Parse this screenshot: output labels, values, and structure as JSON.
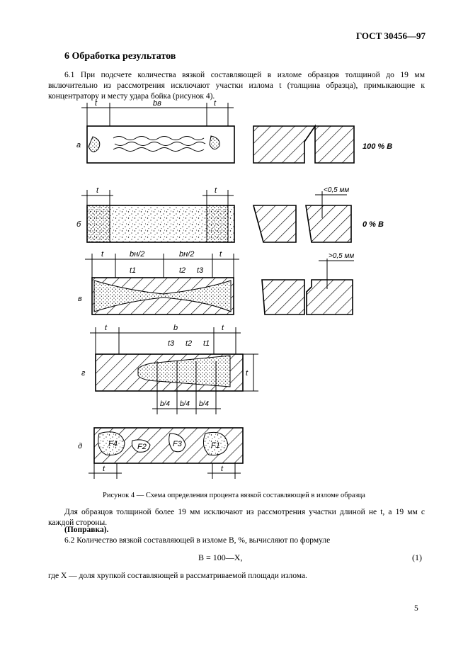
{
  "header": {
    "doc_code": "ГОСТ 30456—97"
  },
  "section": {
    "title": "6 Обработка результатов"
  },
  "para_6_1": "6.1 При подсчете количества вязкой составляющей в изломе образцов толщиной до 19 мм включительно из рассмотрения исключают участки излома t (толщина образца), примыкающие к концентратору и месту удара бойка (рисунок 4).",
  "figure": {
    "caption": "Рисунок 4 — Схема определения процента вязкой составляющей в изломе образца",
    "rows": {
      "a": {
        "letter": "а",
        "label_t": "t",
        "label_b": "bв",
        "result": "100 % В"
      },
      "b": {
        "letter": "б",
        "label_t": "t",
        "dim": "<0,5 мм",
        "result": "0 % В"
      },
      "v": {
        "letter": "в",
        "label_t": "t",
        "half": "bн/2",
        "t1": "t1",
        "t2": "t2",
        "t3": "t3",
        "dim": ">0,5 мм"
      },
      "g": {
        "letter": "г",
        "label_t": "t",
        "label_b": "b",
        "t1": "t1",
        "t2": "t2",
        "t3": "t3",
        "quarter": "b/4",
        "thickness": "t"
      },
      "d": {
        "letter": "д",
        "label_t": "t",
        "f1": "F1",
        "f2": "F2",
        "f3": "F3",
        "f4": "F4"
      }
    }
  },
  "para_after": "Для образцов толщиной более 19 мм исключают из рассмотрения участки длиной не t, а 19 мм с каждой стороны.",
  "amendment": "(Поправка).",
  "para_6_2": "6.2 Количество вязкой составляющей в изломе B, %, вычисляют по формуле",
  "formula": {
    "text": "B = 100—X,",
    "number": "(1)"
  },
  "where": "где X — доля хрупкой составляющей в рассматриваемой площади излома.",
  "page_number": "5"
}
